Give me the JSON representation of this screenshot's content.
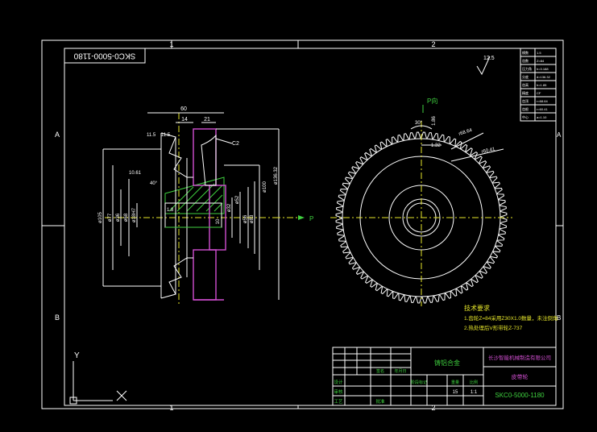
{
  "drawing": {
    "number_box": "SKC0-5000-1180",
    "zone_top_1": "1",
    "zone_top_2": "2",
    "zone_bottom_1": "1",
    "zone_bottom_2": "2",
    "zone_left_a": "A",
    "zone_left_b": "B",
    "zone_right_a": "A",
    "zone_right_b": "B",
    "section_marker": "P",
    "view_label": "P向",
    "ucs_y": "Y",
    "roughness": "12.5"
  },
  "left_view": {
    "dims": {
      "d60": "60",
      "d14": "14",
      "d21": "21",
      "d115a": "11.5",
      "d115b": "11.5",
      "c2": "C2",
      "d1061": "10.61",
      "d40": "40°",
      "d18": "1.8",
      "phi105": "ø105",
      "phi77": "ø77",
      "phi36": "ø36",
      "phi68": "ø68",
      "phi18h7": "ø18H7",
      "phi100": "ø100",
      "phi136": "ø136.32",
      "phi32": "ø32",
      "phi52": "ø52",
      "phi56": "ø56",
      "phi83": "ø83",
      "r10": "10"
    }
  },
  "right_view": {
    "dims": {
      "a30": "30°",
      "d86": "1.86",
      "d132": "1.32",
      "r6864": "r68.64",
      "r6041": "r60.41"
    }
  },
  "gear_table": {
    "rows": [
      {
        "k": "模数",
        "v": "1.5"
      },
      {
        "k": "齿数",
        "v": "Z=84"
      },
      {
        "k": "压力角",
        "v": "h=3.188"
      },
      {
        "k": "分度",
        "v": "d=136.32"
      },
      {
        "k": "齿高",
        "v": "h=1.85"
      },
      {
        "k": "精度",
        "v": "CF"
      },
      {
        "k": "齿顶",
        "v": "r=68.64"
      },
      {
        "k": "齿根",
        "v": "r=60.41"
      },
      {
        "k": "中心",
        "v": "a=1.10"
      }
    ]
  },
  "notes": {
    "title": "技术要求",
    "line1": "1.齿轮Z=84采用Z30X1.0数量，未注倒角",
    "line2": "2.热处理后V形带轮Z-737"
  },
  "title_block": {
    "material": "铸铝合金",
    "company": "长沙智能机械制造有限公司",
    "part_name": "皮带轮",
    "drawing_no": "SKC0-5000-1180",
    "designer": "设计",
    "checker": "审核",
    "process": "工艺",
    "approve": "批准",
    "stage": "阶段标记",
    "weight": "重量",
    "scale": "比例",
    "sheet_a": "15",
    "sheet_b": "1:1",
    "sign": "签名",
    "date": "年月日"
  }
}
